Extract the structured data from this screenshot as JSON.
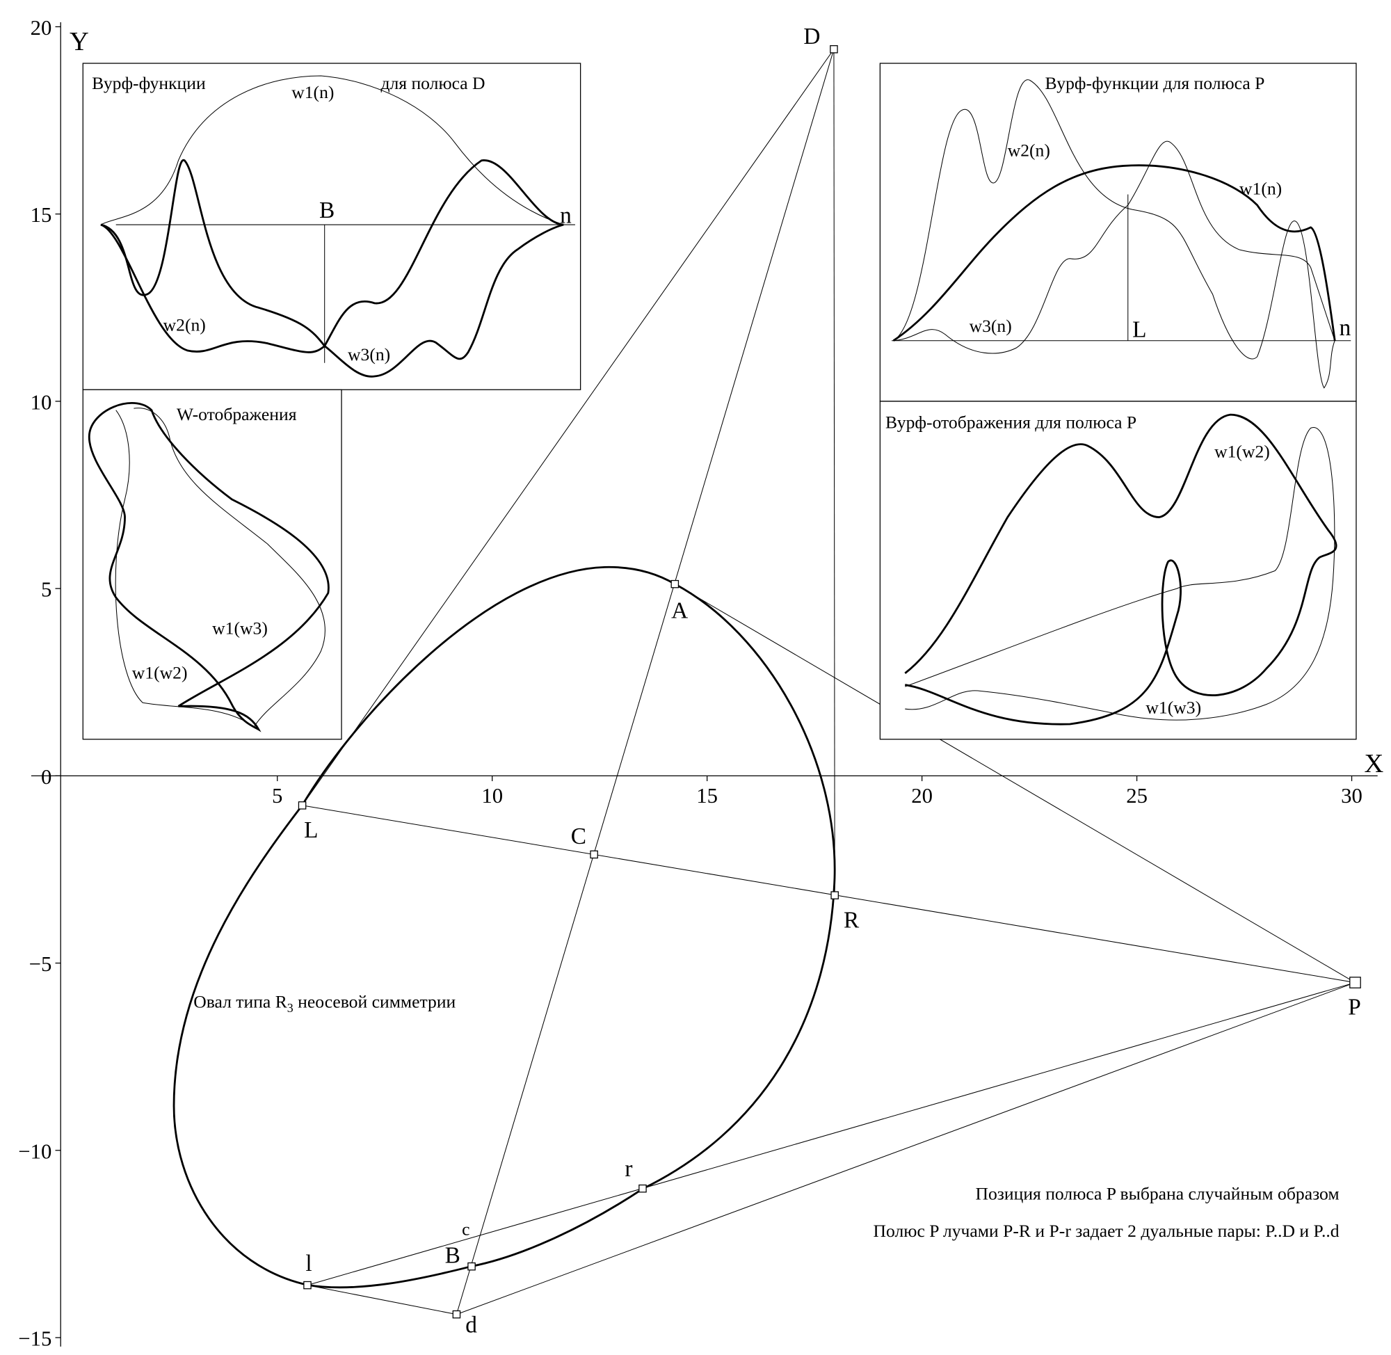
{
  "chart_data": {
    "type": "line",
    "xlabel": "X",
    "ylabel": "Y",
    "xlim": [
      0,
      30
    ],
    "ylim": [
      -15,
      20
    ],
    "x_ticks": [
      "5",
      "10",
      "15",
      "20",
      "25",
      "30"
    ],
    "x_tick_values": [
      5,
      10,
      15,
      20,
      25,
      30
    ],
    "y_ticks": [
      "20",
      "15",
      "10",
      "5",
      "0",
      "−5",
      "−10",
      "−15"
    ],
    "y_tick_values": [
      20,
      15,
      10,
      5,
      0,
      -5,
      -10,
      -15
    ],
    "points": [
      {
        "name": "D",
        "x": 17.95,
        "y": 19.4
      },
      {
        "name": "A",
        "x": 14.25,
        "y": 5.12
      },
      {
        "name": "L",
        "x": 5.58,
        "y": -0.79
      },
      {
        "name": "C",
        "x": 12.37,
        "y": -2.1
      },
      {
        "name": "R",
        "x": 17.97,
        "y": -3.19
      },
      {
        "name": "P",
        "x": 30.08,
        "y": -5.52
      },
      {
        "name": "r",
        "x": 13.5,
        "y": -11.02
      },
      {
        "name": "B",
        "x": 9.52,
        "y": -13.1
      },
      {
        "name": "l",
        "x": 5.7,
        "y": -13.6
      },
      {
        "name": "d",
        "x": 9.17,
        "y": -14.38
      }
    ],
    "segments": [
      [
        "D",
        "L"
      ],
      [
        "D",
        "d"
      ],
      [
        "D",
        "R"
      ],
      [
        "L",
        "P"
      ],
      [
        "A",
        "P"
      ],
      [
        "l",
        "P"
      ],
      [
        "d",
        "P"
      ],
      [
        "l",
        "d"
      ]
    ],
    "oval_label": "Овал типа R",
    "oval_label_sub": "3",
    "oval_label_rest": " неосевой симметрии",
    "annotations": [
      "Позиция полюса P выбрана случайным образом",
      "Полюс P лучами P-R и P-r задает 2 дуальные пары: P..D и P..d"
    ],
    "extra_labels": {
      "c": "c"
    },
    "insets": {
      "d_functions": {
        "title_left": "Вурф-функции",
        "title_right": "для полюса D",
        "w1": "w1(n)",
        "w2": "w2(n)",
        "w3": "w3(n)",
        "mark": "B",
        "end": "n"
      },
      "w_maps": {
        "title": "W-отображения",
        "a": "w1(w3)",
        "b": "w1(w2)"
      },
      "p_functions": {
        "title": "Вурф-функции для полюса P",
        "w1": "w1(n)",
        "w2": "w2(n)",
        "w3": "w3(n)",
        "mark": "L",
        "end": "n"
      },
      "p_maps": {
        "title": "Вурф-отображения для полюса P",
        "a": "w1(w2)",
        "b": "w1(w3)"
      }
    }
  }
}
